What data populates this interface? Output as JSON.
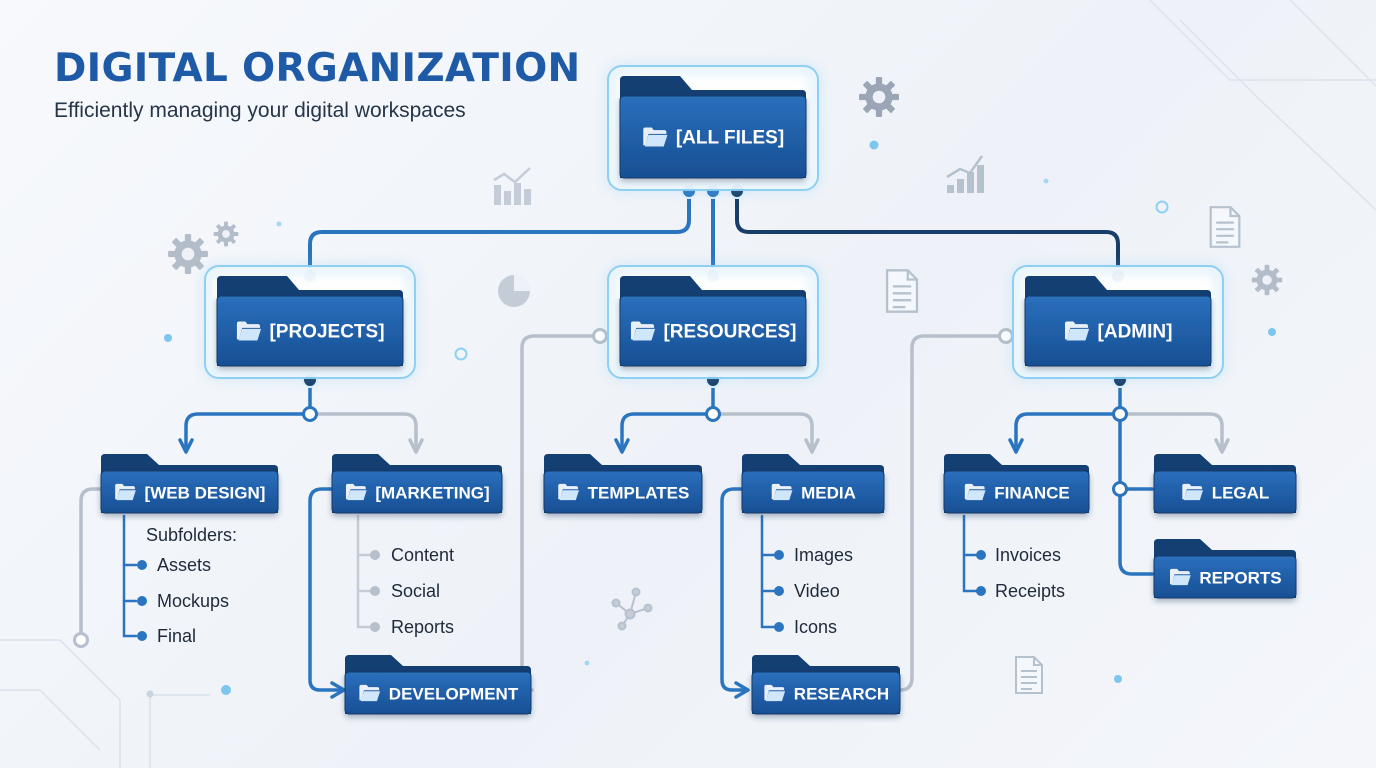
{
  "header": {
    "title": "DIGITAL ORGANIZATION",
    "subtitle": "Efficiently managing your digital workspaces"
  },
  "folders": {
    "all_files": "[ALL FILES]",
    "projects": "[PROJECTS]",
    "resources": "[RESOURCES]",
    "admin": "[ADMIN]",
    "web_design": "[WEB DESIGN]",
    "marketing": "[MARKETING]",
    "development": "DEVELOPMENT",
    "templates": "TEMPLATES",
    "media": "MEDIA",
    "research": "RESEARCH",
    "finance": "FINANCE",
    "legal": "LEGAL",
    "reports": "REPORTS"
  },
  "lists": {
    "web_design": {
      "heading": "Subfolders:",
      "items": [
        "Assets",
        "Mockups",
        "Final"
      ]
    },
    "marketing": {
      "items": [
        "Content",
        "Social",
        "Reports"
      ]
    },
    "media": {
      "items": [
        "Images",
        "Video",
        "Icons"
      ]
    },
    "finance": {
      "items": [
        "Invoices",
        "Receipts"
      ]
    }
  },
  "colors": {
    "title": "#1f5aa6",
    "folder_front": "#1e5fa8",
    "folder_back": "#143f73",
    "connector_blue": "#2b75c0",
    "connector_navy": "#173e66",
    "connector_gray": "#b6bfcb",
    "glow": "#8fd0f5"
  },
  "icons": [
    "folder-icon",
    "gear-icon",
    "chart-icon",
    "document-icon",
    "pie-chart-icon",
    "network-icon"
  ]
}
